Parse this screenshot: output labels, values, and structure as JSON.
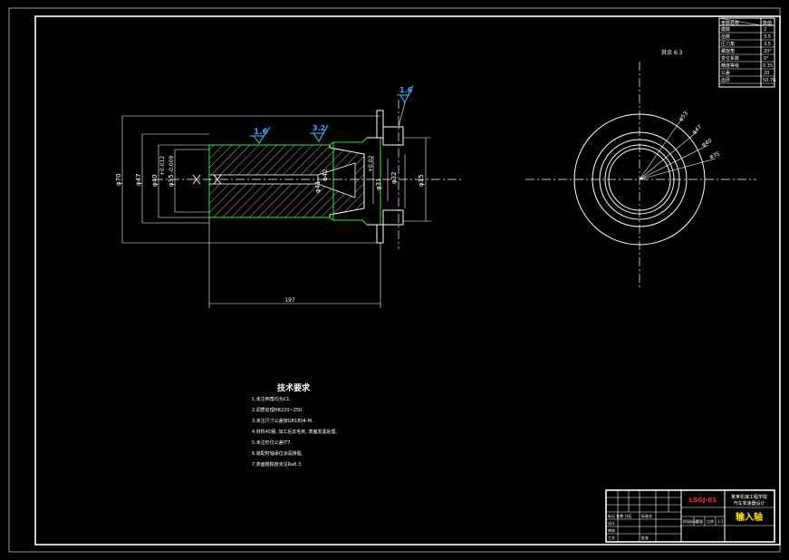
{
  "dimensions": {
    "d70": "φ70",
    "d47": "φ47",
    "d40": "φ40",
    "d35": "φ35",
    "tol_d40": "+0.012",
    "tol_d35": "-0.009",
    "d32": "φ32",
    "d31": "φ31",
    "d41": "φ41",
    "d42": "φ42",
    "length": "197",
    "tol_inner": "+0.02",
    "bore": "φ15"
  },
  "roughness": {
    "r1": "1.6",
    "r2": "3.2",
    "r3": "1.6",
    "other": "其余 6.3"
  },
  "circle_labels": {
    "a": "φ53",
    "b": "φ47",
    "c": "φ40",
    "d": "φ35"
  },
  "tech_req": {
    "title": "技术要求",
    "items": [
      "1.未注倒角均为C1.",
      "2.调质处理HB220~250.",
      "3.未注尺寸公差按GB1804-M.",
      "4.材料45钢, 加工后去毛刺, 表面发黑处理.",
      "5.未注形位公差IT7.",
      "6.装配时轴承位涂润滑脂.",
      "7.表面粗糙度未注Ra6.3."
    ]
  },
  "param_table": {
    "header": [
      "参数名称",
      "数值"
    ],
    "rows": [
      [
        "模数",
        "2"
      ],
      [
        "齿数",
        "3.5"
      ],
      [
        "压力角",
        "3.5"
      ],
      [
        "螺旋角",
        "20°"
      ],
      [
        "变位系数",
        "0°"
      ],
      [
        "精度等级",
        "0.35"
      ],
      [
        "公差",
        "20"
      ],
      [
        "齿厚",
        "50.76"
      ]
    ]
  },
  "title_block": {
    "part_name": "输入轴",
    "code": "LSGJ-01",
    "school": "某某机械工程学院",
    "project": "汽车变速器设计",
    "rows": [
      "标记 处数 分区",
      "设计",
      "审核",
      "工艺",
      "标准化",
      "批准"
    ],
    "meta": [
      "阶段标记",
      "重量",
      "比例",
      "1:1"
    ]
  }
}
